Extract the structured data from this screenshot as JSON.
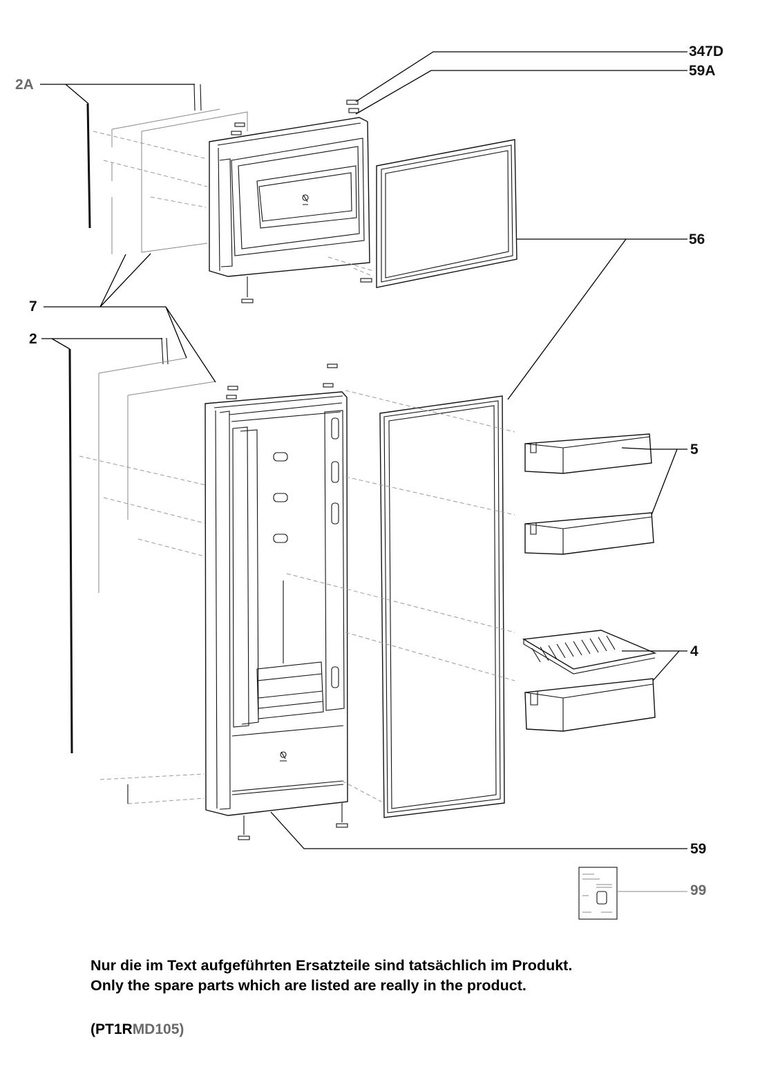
{
  "callouts": {
    "c347d": "347D",
    "c59a": "59A",
    "c2a": "2A",
    "c56": "56",
    "c7": "7",
    "c2": "2",
    "c5": "5",
    "c4": "4",
    "c59": "59",
    "c99": "99"
  },
  "notes": {
    "line_de": "Nur die im Text aufgeführten Ersatzteile sind tatsächlich im Produkt.",
    "line_en": "Only the spare parts which are listed are really in the product."
  },
  "model": {
    "prefix": "(PT1R",
    "suffix": "MD105)"
  }
}
